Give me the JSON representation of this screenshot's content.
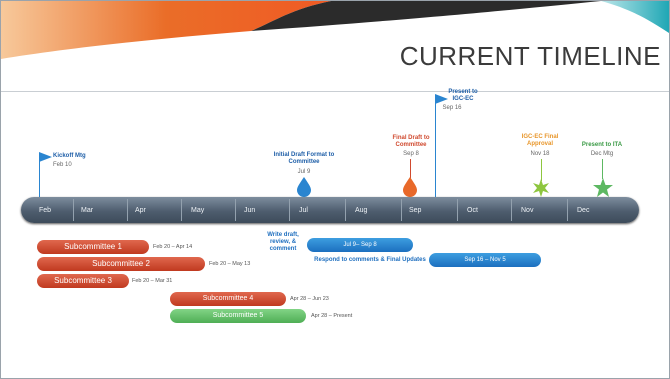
{
  "title": "CURRENT TIMELINE",
  "months": [
    "Feb",
    "Mar",
    "Apr",
    "May",
    "Jun",
    "Jul",
    "Aug",
    "Sep",
    "Oct",
    "Nov",
    "Dec"
  ],
  "milestones": {
    "kickoff": {
      "label": "Kickoff Mtg",
      "date": "Feb 10"
    },
    "draft_format": {
      "label": "Initial Draft Format to Committee",
      "date": "Jul 9"
    },
    "final_draft": {
      "label": "Final Draft to Committee",
      "date": "Sep 8"
    },
    "present_igc": {
      "label": "Present to IGC-EC",
      "date": "Sep 16"
    },
    "igc_approval": {
      "label": "IGC-EC Final Approval",
      "date": "Nov 18"
    },
    "present_ita": {
      "label": "Present to ITA",
      "date": "Dec Mtg"
    }
  },
  "subcommittees": [
    {
      "label": "Subcommittee 1",
      "range": "Feb 20 – Apr 14"
    },
    {
      "label": "Subcommittee 2",
      "range": "Feb 20 – May 13"
    },
    {
      "label": "Subcommittee 3",
      "range": "Feb 20 – Mar 31"
    },
    {
      "label": "Subcommittee 4",
      "range": "Apr 28 – Jun 23"
    },
    {
      "label": "Subcommittee 5",
      "range": "Apr 28 – Present"
    }
  ],
  "tasks": {
    "write": {
      "label": "Write draft, review, & comment",
      "range": "Jul 9– Sep 8"
    },
    "respond": {
      "label": "Respond to comments & Final Updates",
      "range": "Sep 16 – Nov 5"
    }
  },
  "colors": {
    "red": "#d04a2f",
    "green": "#5db862",
    "blue": "#2a85d0",
    "orange": "#e8692a",
    "yellowgreen": "#8ec63f"
  }
}
